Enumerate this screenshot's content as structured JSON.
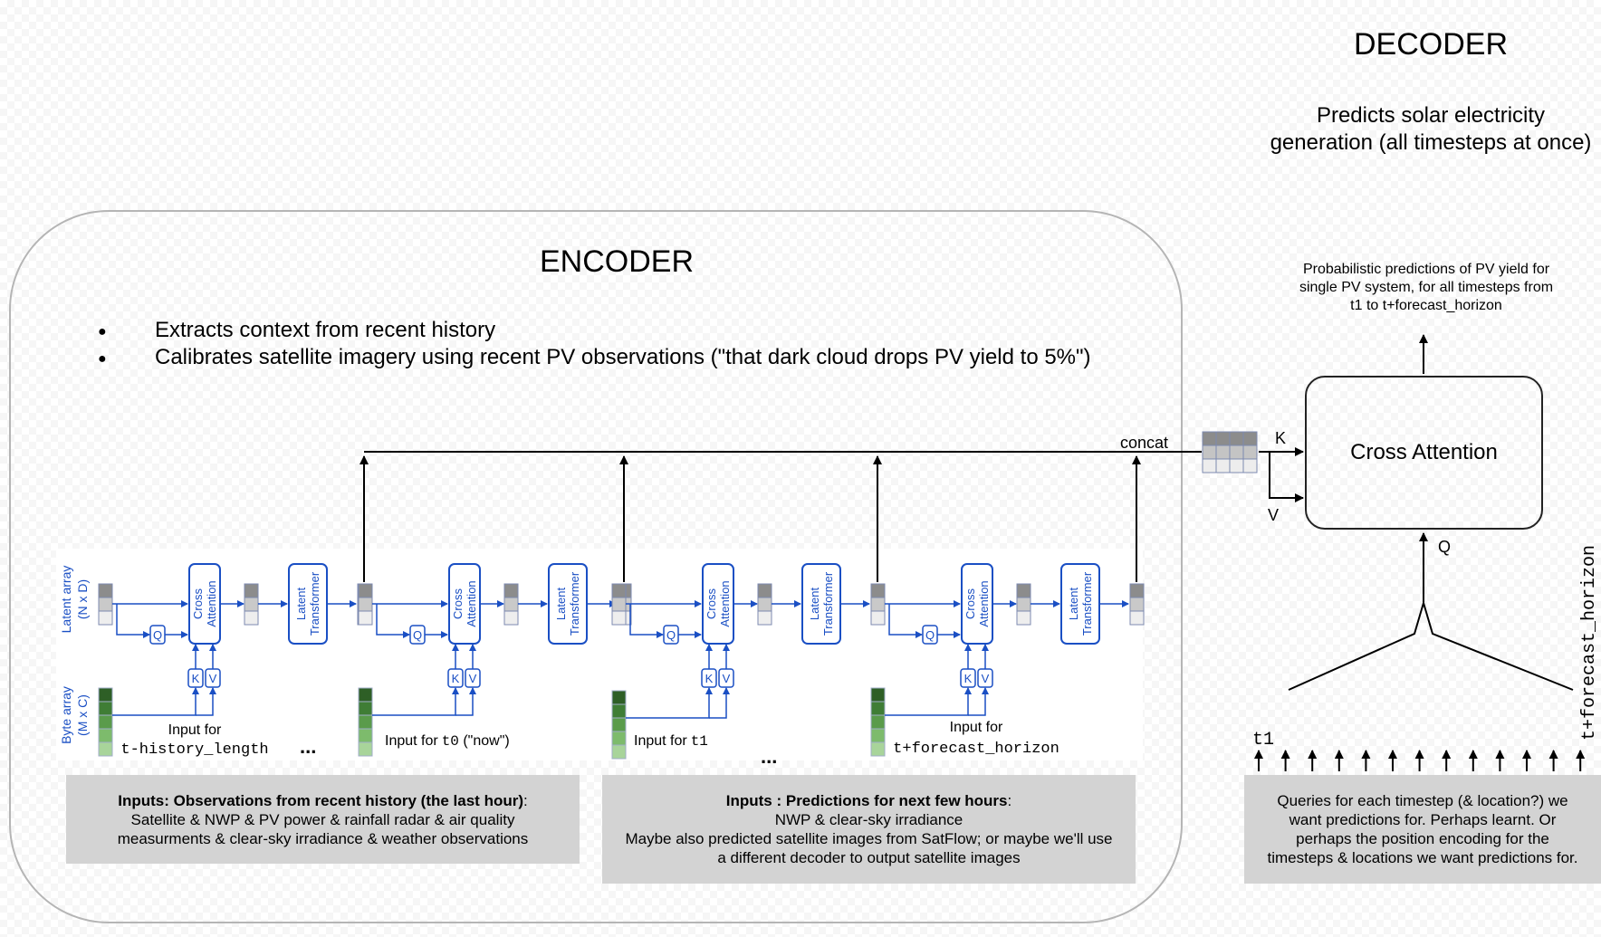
{
  "decoder": {
    "title": "DECODER",
    "subtitle_line1": "Predicts solar electricity",
    "subtitle_line2": "generation (all timesteps at once)",
    "output_line1": "Probabilistic predictions of PV yield for",
    "output_line2": "single PV system, for all timesteps from",
    "output_line3": "t1 to t+forecast_horizon",
    "cross_attention": "Cross Attention",
    "k_label": "K",
    "v_label": "V",
    "q_label": "Q",
    "t1_label": "t1",
    "horizon_label": "t+forecast_horizon",
    "queries_line1": "Queries for each timestep (& location?) we",
    "queries_line2": "want predictions for.  Perhaps learnt.  Or",
    "queries_line3": "perhaps the position encoding for the",
    "queries_line4": "timesteps & locations we want predictions for."
  },
  "encoder": {
    "title": "ENCODER",
    "bullet_symbol": "●",
    "bullet1": "Extracts context from recent history",
    "bullet2": "Calibrates satellite imagery using recent PV observations (\"that dark cloud drops PV yield to 5%\")",
    "concat_label": "concat",
    "latent_array_label1": "Latent array",
    "latent_array_label2": "(N x D)",
    "byte_array_label1": "Byte array",
    "byte_array_label2": "(M x C)",
    "cross_attn_line1": "Cross",
    "cross_attn_line2": "Attention",
    "latent_tf_line1": "Latent",
    "latent_tf_line2": "Transformer",
    "q": "Q",
    "k": "K",
    "v": "V",
    "ellipsis": "...",
    "input_for": "Input for",
    "input_history": "t-history_length",
    "input_t0_code": "t0",
    "input_t0_suffix": " (\"now\")",
    "input_t1_code": "t1",
    "input_horizon": "t+forecast_horizon"
  },
  "inputs_history": {
    "heading": "Inputs: Observations from recent history (the last hour)",
    "heading_suffix": ":",
    "line1": "Satellite & NWP & PV power & rainfall radar & air quality",
    "line2": "measurments & clear-sky irradiance & weather observations"
  },
  "inputs_future": {
    "heading": "Inputs : Predictions for next few hours",
    "heading_suffix": ":",
    "line1": "NWP & clear-sky irradiance",
    "line2": "Maybe also predicted satellite images from SatFlow; or maybe we'll use",
    "line3": "a different decoder to output satellite images"
  },
  "colors": {
    "blue": "#1a4fc4",
    "gray_box": "#d3d3d3",
    "green_dark": "#2e6b2a",
    "green_light": "#a8d49a"
  }
}
